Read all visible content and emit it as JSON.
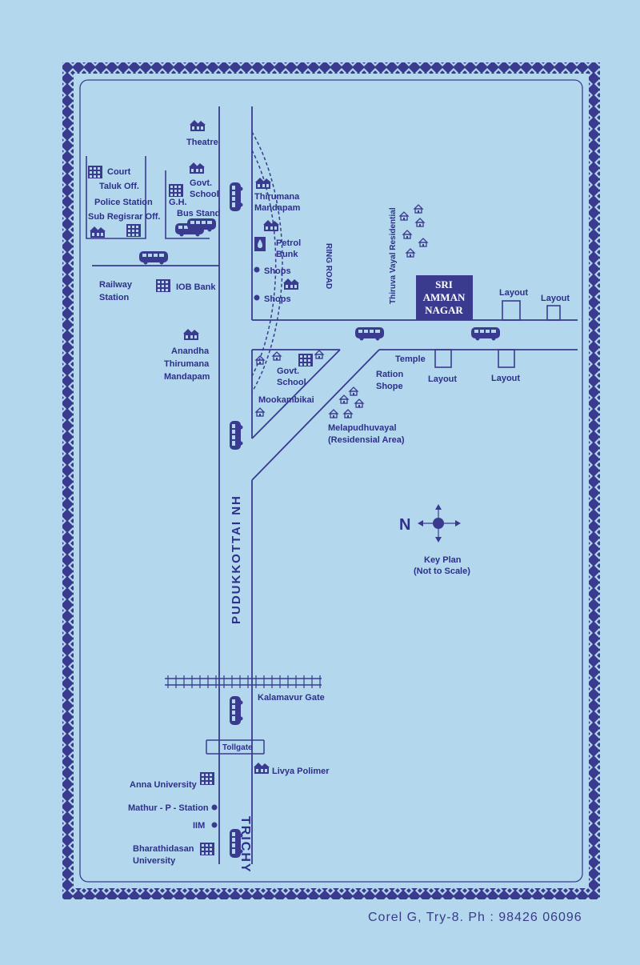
{
  "brand": {
    "title_lines": [
      "SRI",
      "AMMAN",
      "NAGAR"
    ],
    "color": "#3a3b8f",
    "background": "#b3d8ee"
  },
  "roads": {
    "nh": "PUDUKKOTTAI NH",
    "trichy": "TRICHY",
    "ring_road": "RING ROAD"
  },
  "places": {
    "theatre": "Theatre",
    "court": "Court",
    "taluk": "Taluk Off.",
    "police": "Police Station",
    "subreg": "Sub Regisrar Off.",
    "govt_school_1": [
      "Govt.",
      "School"
    ],
    "gh": "G.H.",
    "bus_stand": "Bus Stand",
    "thirumana": [
      "Thirumana",
      "Mandapam"
    ],
    "petrol": [
      "Petrol",
      "Bunk"
    ],
    "shops1": "Shops",
    "shops2": "Shops",
    "railway": [
      "Railway",
      "Station"
    ],
    "iob": "IOB Bank",
    "anandha": [
      "Anandha",
      "Thirumana",
      "Mandapam"
    ],
    "thiruva": "Thiruva Vayal Residential",
    "layout_tr1": "Layout",
    "layout_tr2": "Layout",
    "temple": "Temple",
    "ration": [
      "Ration",
      "Shope"
    ],
    "layout_b1": "Layout",
    "layout_b2": "Layout",
    "govt_school_2": [
      "Govt.",
      "School"
    ],
    "mookambikai": "Mookambikai",
    "melapudhu": [
      "Melapudhuvayal",
      "(Residensial Area)"
    ],
    "key_plan": [
      "Key Plan",
      "(Not to Scale)"
    ],
    "north": "N",
    "kalamavur": "Kalamavur Gate",
    "tollgate": "Tollgate",
    "livya": "Livya Polimer",
    "anna": "Anna University",
    "mathur": "Mathur - P - Station",
    "iim": "IIM",
    "bharathi": [
      "Bharathidasan",
      "University"
    ]
  },
  "footer": "Corel G, Try-8.  Ph : 98426 06096"
}
